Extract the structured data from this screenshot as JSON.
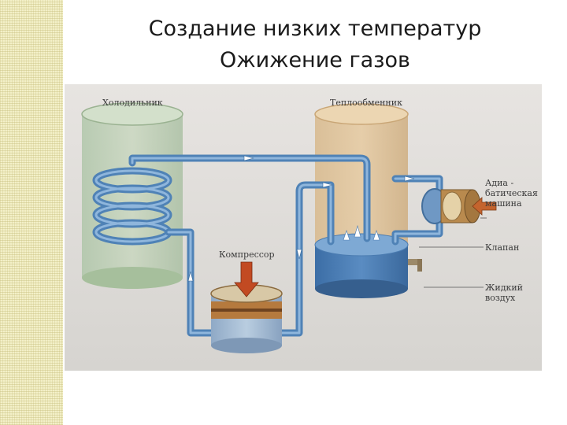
{
  "slide": {
    "title_line1": "Создание низких температур",
    "title_line2": "Ожижение газов"
  },
  "diagram": {
    "labels": {
      "refrigerator": "Холодильник",
      "heat_exchanger": "Теплообменник",
      "compressor": "Компрессор",
      "adiabatic_line1": "Адиа -",
      "adiabatic_line2": "батическая",
      "adiabatic_line3": "машина",
      "valve": "Клапан",
      "liquid_air_line1": "Жидкий",
      "liquid_air_line2": "воздух"
    }
  }
}
